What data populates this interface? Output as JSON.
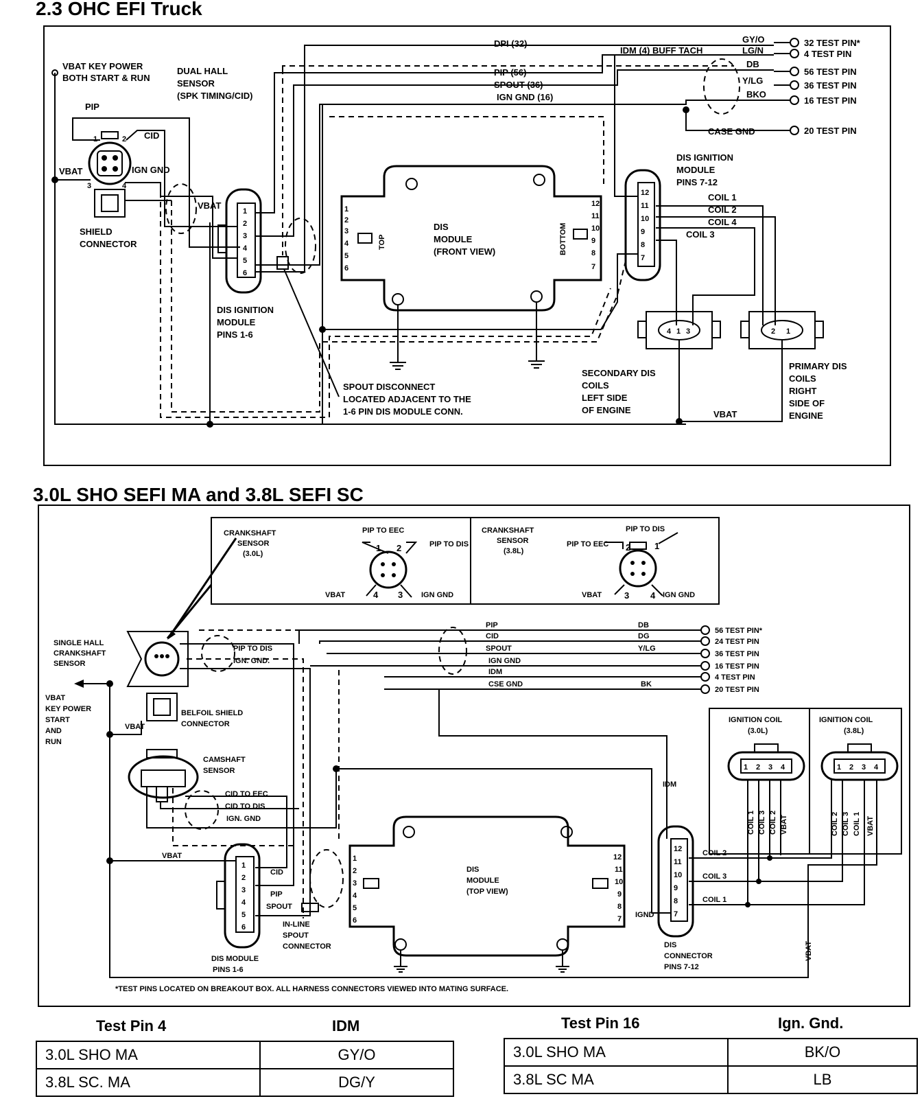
{
  "section1": {
    "title": "2.3 OHC EFI Truck",
    "labels": {
      "vbat_key": [
        "VBAT KEY POWER",
        "BOTH START & RUN"
      ],
      "dual_hall": [
        "DUAL HALL",
        "SENSOR",
        "(SPK TIMING/CID)"
      ],
      "pip": "PIP",
      "cid": "CID",
      "vbat": "VBAT",
      "ign_gnd": "IGN GND",
      "shield": [
        "SHIELD",
        "CONNECTOR"
      ],
      "vbat2": "VBAT",
      "dis_mod_1_6": [
        "DIS IGNITION",
        "MODULE",
        "PINS 1-6"
      ],
      "dis_front": [
        "DIS",
        "MODULE",
        "(FRONT VIEW)"
      ],
      "top": "TOP",
      "bottom": "BOTTOM",
      "dis_mod_7_12": [
        "DIS IGNITION",
        "MODULE",
        "PINS 7-12"
      ],
      "coil1": "COIL 1",
      "coil2": "COIL 2",
      "coil4": "COIL 4",
      "coil3": "COIL 3",
      "secondary": [
        "SECONDARY DIS",
        "COILS",
        "LEFT SIDE",
        "OF ENGINE"
      ],
      "primary": [
        "PRIMARY DIS",
        "COILS",
        "RIGHT",
        "SIDE OF",
        "ENGINE"
      ],
      "vbat3": "VBAT",
      "spout_disc": [
        "SPOUT DISCONNECT",
        "LOCATED ADJACENT TO THE",
        "1-6 PIN DIS MODULE CONN."
      ],
      "case_gnd": "CASE GND",
      "dpi": "DPI (32)",
      "idm_tach": "IDM (4) BUFF TACH",
      "pip56": "PIP (56)",
      "spout36": "SPOUT (36)",
      "igngnd16": "IGN GND (16)",
      "wires": [
        "GY/O",
        "LG/N",
        "DB",
        "Y/LG",
        "BKO"
      ],
      "test_pins": [
        "32 TEST PIN*",
        "4 TEST PIN",
        "56 TEST PIN",
        "36 TEST PIN",
        "16 TEST PIN",
        "20 TEST PIN"
      ],
      "module_pins_left": [
        "1",
        "2",
        "3",
        "4",
        "5",
        "6"
      ],
      "module_pins_right": [
        "12",
        "11",
        "10",
        "9",
        "8",
        "7"
      ],
      "conn_pins_a": [
        "1",
        "2",
        "3",
        "4",
        "5",
        "6"
      ],
      "conn_pins_b": [
        "12",
        "11",
        "10",
        "9",
        "8",
        "7"
      ],
      "sensor_pins": [
        "1",
        "2",
        "3",
        "4"
      ],
      "coil_pins_a": [
        "4",
        "1",
        "3"
      ],
      "coil_pins_b": [
        "2",
        "1"
      ]
    }
  },
  "section2": {
    "title": "3.0L SHO SEFI MA and 3.8L SEFI SC",
    "crank30": [
      "CRANKSHAFT",
      "SENSOR",
      "(3.0L)"
    ],
    "crank38": [
      "CRANKSHAFT",
      "SENSOR",
      "(3.8L)"
    ],
    "pip_to_eec": "PIP TO EEC",
    "pip_to_dis": "PIP TO DIS",
    "vbat": "VBAT",
    "ign_gnd": "IGN GND",
    "single_hall": [
      "SINGLE HALL",
      "CRANKSHAFT",
      "SENSOR"
    ],
    "vbat_key": [
      "VBAT",
      "KEY POWER",
      "START",
      "AND",
      "RUN"
    ],
    "belfoil": [
      "BELFOIL SHIELD",
      "CONNECTOR"
    ],
    "camshaft": [
      "CAMSHAFT",
      "SENSOR"
    ],
    "cid_to_eec": "CID TO EEC",
    "cid_to_dis": "CID TO DIS",
    "ign_gnd2": "IGN. GND",
    "pip_to_dis2": "PIP TO DIS",
    "ign_gnd3": "IGN. GND.",
    "cid": "CID",
    "pip": "PIP",
    "spout": "SPOUT",
    "inline": [
      "IN-LINE",
      "SPOUT",
      "CONNECTOR"
    ],
    "dis_mod_1_6": [
      "DIS MODULE",
      "PINS 1-6"
    ],
    "dis_top": [
      "DIS",
      "MODULE",
      "(TOP VIEW)"
    ],
    "ignd": "IGND",
    "idm": "IDM",
    "dis_conn": [
      "DIS",
      "CONNECTOR",
      "PINS 7-12"
    ],
    "coil2": "COIL 2",
    "coil3": "COIL 3",
    "coil1": "COIL 1",
    "ign_coil30": [
      "IGNITION COIL",
      "(3.0L)"
    ],
    "ign_coil38": [
      "IGNITION COIL",
      "(3.8L)"
    ],
    "coil_vert_30": [
      "COIL 1",
      "COIL 3",
      "COIL 2",
      "VBAT"
    ],
    "coil_vert_38": [
      "COIL 2",
      "COIL 3",
      "COIL 1",
      "VBAT"
    ],
    "vbat_vert": "VBAT",
    "harness_names": [
      "PIP",
      "CID",
      "SPOUT",
      "IGN GND",
      "IDM",
      "CSE GND"
    ],
    "harness_colors": [
      "DB",
      "DG",
      "Y/LG",
      "",
      "",
      "BK"
    ],
    "test_pins": [
      "56 TEST PIN*",
      "24 TEST PIN",
      "36 TEST PIN",
      "16 TEST PIN",
      "4 TEST PIN",
      "20 TEST PIN"
    ],
    "footnote": "*TEST PINS LOCATED ON BREAKOUT BOX.   ALL HARNESS CONNECTORS VIEWED INTO MATING SURFACE.",
    "module_pins_left": [
      "1",
      "2",
      "3",
      "4",
      "5",
      "6"
    ],
    "module_pins_right": [
      "12",
      "11",
      "10",
      "9",
      "8",
      "7"
    ],
    "conn_pins_a": [
      "1",
      "2",
      "3",
      "4",
      "5",
      "6"
    ],
    "conn_pins_b": [
      "12",
      "11",
      "10",
      "9",
      "8",
      "7"
    ],
    "coil_pins": [
      "1",
      "2",
      "3",
      "4"
    ],
    "crank_pins_30": [
      "1",
      "2",
      "4",
      "3"
    ],
    "crank_pins_38": [
      "2",
      "1",
      "3",
      "4"
    ]
  },
  "table_idm": {
    "headers": [
      "Test Pin 4",
      "IDM"
    ],
    "rows": [
      [
        "3.0L SHO MA",
        "GY/O"
      ],
      [
        "3.8L SC. MA",
        "DG/Y"
      ]
    ]
  },
  "table_ign": {
    "headers": [
      "Test Pin 16",
      "Ign. Gnd."
    ],
    "rows": [
      [
        "3.0L SHO MA",
        "BK/O"
      ],
      [
        "3.8L SC MA",
        "LB"
      ]
    ]
  }
}
